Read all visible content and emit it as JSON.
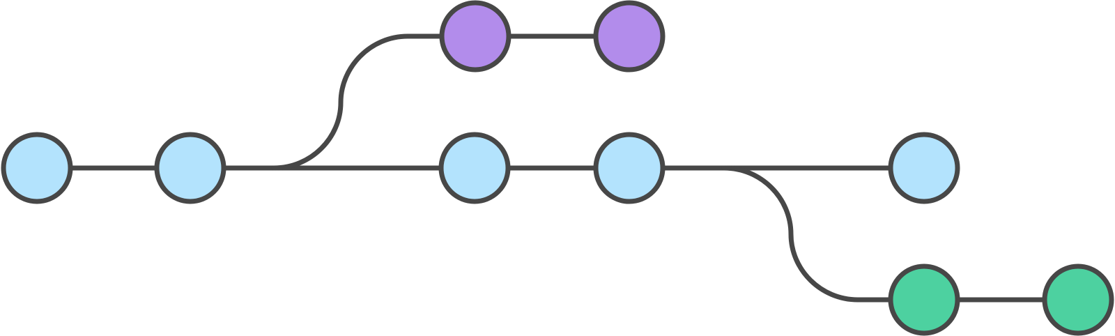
{
  "colors": {
    "stroke": "#474747",
    "main_branch": "#b3e3fd",
    "feature_branch": "#b28ceb",
    "release_branch": "#4dd1a0",
    "background": "#ffffff"
  },
  "branches": [
    {
      "key": "main",
      "color_key": "main_branch",
      "commit_count": 5
    },
    {
      "key": "feature",
      "color_key": "feature_branch",
      "commit_count": 2
    },
    {
      "key": "release",
      "color_key": "release_branch",
      "commit_count": 2
    }
  ]
}
